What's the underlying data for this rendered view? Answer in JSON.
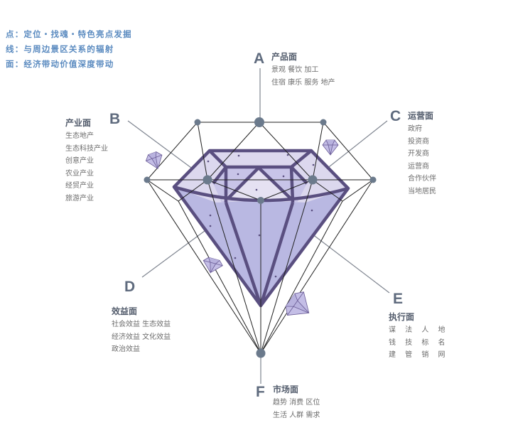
{
  "legend": [
    "点：定位・找魂・特色亮点发掘",
    "线：与周边景区关系的辐射",
    "面：经济带动价值深度带动"
  ],
  "faces": {
    "A": {
      "letter": "A",
      "title": "产品面",
      "items": [
        "景观  餐饮  加工",
        "住宿  康乐  服务  地产"
      ]
    },
    "B": {
      "letter": "B",
      "title": "产业面",
      "items": [
        "生态地产",
        "生态科技产业",
        "创意产业",
        "农业产业",
        "经贸产业",
        "旅游产业"
      ]
    },
    "C": {
      "letter": "C",
      "title": "运营面",
      "items": [
        "政府",
        "投资商",
        "开发商",
        "运营商",
        "合作伙伴",
        "当地居民"
      ]
    },
    "D": {
      "letter": "D",
      "title": "效益面",
      "items": [
        "社会效益  生态效益",
        "经济效益  文化效益",
        "政治效益"
      ]
    },
    "E": {
      "letter": "E",
      "title": "执行面",
      "items": [
        "谋 法 人 地",
        "钱 技 标 名",
        "建 管 销 网"
      ]
    },
    "F": {
      "letter": "F",
      "title": "市场面",
      "items": [
        "趋势  消费  区位",
        "生活  人群  需求"
      ]
    }
  },
  "colors": {
    "legend_text": "#5b8bc0",
    "diamond_fill": "#b9b8e2",
    "diamond_light": "#dcd8ee",
    "diamond_stroke": "#5a4f80",
    "node": "#6b7a8c",
    "wire": "#222222"
  }
}
